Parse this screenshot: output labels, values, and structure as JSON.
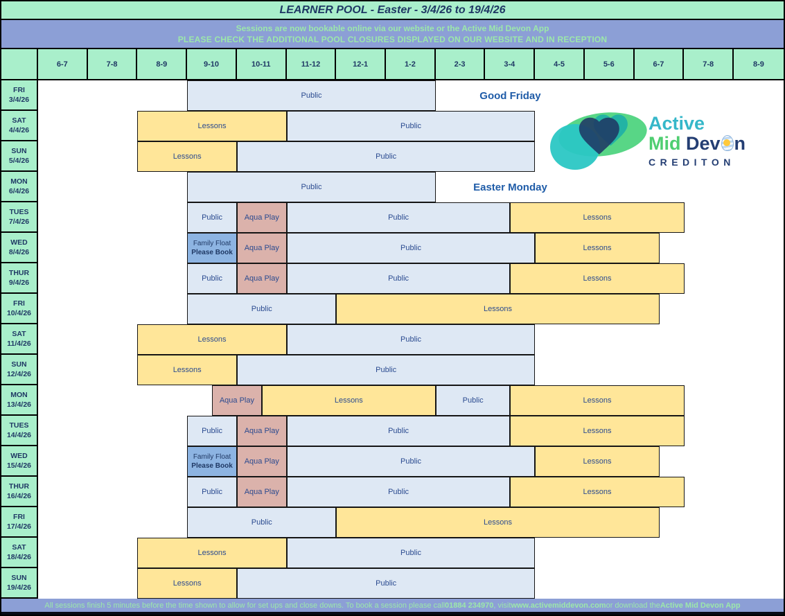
{
  "title": "LEARNER POOL - Easter - 3/4/26 to 19/4/26",
  "banner": {
    "line1": "Sessions are now bookable online via our website or the Active Mid Devon App",
    "line2": "PLEASE CHECK THE ADDITIONAL POOL CLOSURES DISPLAYED ON OUR WEBSITE AND IN RECEPTION"
  },
  "time_header": [
    "6-7",
    "7-8",
    "8-9",
    "9-10",
    "10-11",
    "11-12",
    "12-1",
    "1-2",
    "2-3",
    "3-4",
    "4-5",
    "5-6",
    "6-7",
    "7-8",
    "8-9"
  ],
  "session_types": {
    "public": {
      "label": "Public",
      "color": "#DEE8F4"
    },
    "lessons": {
      "label": "Lessons",
      "color": "#FFE699"
    },
    "aqua": {
      "label": "Aqua Play",
      "color": "#DBB2AB"
    },
    "family": {
      "label": "Family Float",
      "label2": "Please Book",
      "color": "#8DB4E2"
    },
    "note": {
      "label": "",
      "color": "transparent"
    }
  },
  "schedule": {
    "day_start": "06:00",
    "day_end": "21:00",
    "rows": [
      {
        "day": "FRI",
        "date": "3/4/26",
        "blocks": [
          {
            "type": "public",
            "from": "09:00",
            "to": "14:00"
          },
          {
            "type": "note",
            "from": "14:00",
            "to": "17:00",
            "label": "Good Friday"
          }
        ]
      },
      {
        "day": "SAT",
        "date": "4/4/26",
        "blocks": [
          {
            "type": "lessons",
            "from": "08:00",
            "to": "11:00"
          },
          {
            "type": "public",
            "from": "11:00",
            "to": "16:00"
          }
        ]
      },
      {
        "day": "SUN",
        "date": "5/4/26",
        "blocks": [
          {
            "type": "lessons",
            "from": "08:00",
            "to": "10:00"
          },
          {
            "type": "public",
            "from": "10:00",
            "to": "16:00"
          }
        ]
      },
      {
        "day": "MON",
        "date": "6/4/26",
        "blocks": [
          {
            "type": "public",
            "from": "09:00",
            "to": "14:00"
          },
          {
            "type": "note",
            "from": "14:00",
            "to": "17:00",
            "label": "Easter Monday"
          }
        ]
      },
      {
        "day": "TUES",
        "date": "7/4/26",
        "blocks": [
          {
            "type": "public",
            "from": "09:00",
            "to": "10:00"
          },
          {
            "type": "aqua",
            "from": "10:00",
            "to": "11:00"
          },
          {
            "type": "public",
            "from": "11:00",
            "to": "15:30"
          },
          {
            "type": "lessons",
            "from": "15:30",
            "to": "19:00"
          }
        ]
      },
      {
        "day": "WED",
        "date": "8/4/26",
        "blocks": [
          {
            "type": "family",
            "from": "09:00",
            "to": "10:00"
          },
          {
            "type": "aqua",
            "from": "10:00",
            "to": "11:00"
          },
          {
            "type": "public",
            "from": "11:00",
            "to": "16:00"
          },
          {
            "type": "lessons",
            "from": "16:00",
            "to": "18:30"
          }
        ]
      },
      {
        "day": "THUR",
        "date": "9/4/26",
        "blocks": [
          {
            "type": "public",
            "from": "09:00",
            "to": "10:00"
          },
          {
            "type": "aqua",
            "from": "10:00",
            "to": "11:00"
          },
          {
            "type": "public",
            "from": "11:00",
            "to": "15:30"
          },
          {
            "type": "lessons",
            "from": "15:30",
            "to": "19:00"
          }
        ]
      },
      {
        "day": "FRI",
        "date": "10/4/26",
        "blocks": [
          {
            "type": "public",
            "from": "09:00",
            "to": "12:00"
          },
          {
            "type": "lessons",
            "from": "12:00",
            "to": "18:30"
          }
        ]
      },
      {
        "day": "SAT",
        "date": "11/4/26",
        "blocks": [
          {
            "type": "lessons",
            "from": "08:00",
            "to": "11:00"
          },
          {
            "type": "public",
            "from": "11:00",
            "to": "16:00"
          }
        ]
      },
      {
        "day": "SUN",
        "date": "12/4/26",
        "blocks": [
          {
            "type": "lessons",
            "from": "08:00",
            "to": "10:00"
          },
          {
            "type": "public",
            "from": "10:00",
            "to": "16:00"
          }
        ]
      },
      {
        "day": "MON",
        "date": "13/4/26",
        "blocks": [
          {
            "type": "aqua",
            "from": "09:30",
            "to": "10:30"
          },
          {
            "type": "lessons",
            "from": "10:30",
            "to": "14:00"
          },
          {
            "type": "public",
            "from": "14:00",
            "to": "15:30"
          },
          {
            "type": "lessons",
            "from": "15:30",
            "to": "19:00"
          }
        ]
      },
      {
        "day": "TUES",
        "date": "14/4/26",
        "blocks": [
          {
            "type": "public",
            "from": "09:00",
            "to": "10:00"
          },
          {
            "type": "aqua",
            "from": "10:00",
            "to": "11:00"
          },
          {
            "type": "public",
            "from": "11:00",
            "to": "15:30"
          },
          {
            "type": "lessons",
            "from": "15:30",
            "to": "19:00"
          }
        ]
      },
      {
        "day": "WED",
        "date": "15/4/26",
        "blocks": [
          {
            "type": "family",
            "from": "09:00",
            "to": "10:00"
          },
          {
            "type": "aqua",
            "from": "10:00",
            "to": "11:00"
          },
          {
            "type": "public",
            "from": "11:00",
            "to": "16:00"
          },
          {
            "type": "lessons",
            "from": "16:00",
            "to": "18:30"
          }
        ]
      },
      {
        "day": "THUR",
        "date": "16/4/26",
        "blocks": [
          {
            "type": "public",
            "from": "09:00",
            "to": "10:00"
          },
          {
            "type": "aqua",
            "from": "10:00",
            "to": "11:00"
          },
          {
            "type": "public",
            "from": "11:00",
            "to": "15:30"
          },
          {
            "type": "lessons",
            "from": "15:30",
            "to": "19:00"
          }
        ]
      },
      {
        "day": "FRI",
        "date": "17/4/26",
        "blocks": [
          {
            "type": "public",
            "from": "09:00",
            "to": "12:00"
          },
          {
            "type": "lessons",
            "from": "12:00",
            "to": "18:30"
          }
        ]
      },
      {
        "day": "SAT",
        "date": "18/4/26",
        "blocks": [
          {
            "type": "lessons",
            "from": "08:00",
            "to": "11:00"
          },
          {
            "type": "public",
            "from": "11:00",
            "to": "16:00"
          }
        ]
      },
      {
        "day": "SUN",
        "date": "19/4/26",
        "blocks": [
          {
            "type": "lessons",
            "from": "08:00",
            "to": "10:00"
          },
          {
            "type": "public",
            "from": "10:00",
            "to": "16:00"
          }
        ]
      }
    ]
  },
  "logo": {
    "word1": "Active",
    "word2": "Mid",
    "word3_prefix": "Dev",
    "word3_suffix": "n",
    "subtitle": "CREDITON"
  },
  "footer": {
    "segments": [
      {
        "text": "All sessions finish 5 minutes before the time shown to allow for set ups and close downs. To book a session please call ",
        "bold": false
      },
      {
        "text": "01884 234970",
        "bold": true
      },
      {
        "text": ", visit ",
        "bold": false
      },
      {
        "text": "www.activemiddevon.com",
        "bold": true
      },
      {
        "text": " or download the ",
        "bold": false
      },
      {
        "text": "Active Mid Devon App",
        "bold": true
      }
    ]
  },
  "colors": {
    "mint": "#A9EFCB",
    "periwinkle": "#8C9FD6",
    "banner_text_green": "#9CE8AA",
    "navy": "#1F3864",
    "holiday_note_blue": "#1F5CA8",
    "session_text": "#2A4A8F",
    "public_fill": "#DEE8F4",
    "lessons_fill": "#FFE699",
    "aqua_play_fill": "#DBB2AB",
    "family_float_fill": "#8DB4E2",
    "logo_teal": "#35B7C9",
    "logo_green": "#4FCE71",
    "logo_navy": "#243E73"
  }
}
